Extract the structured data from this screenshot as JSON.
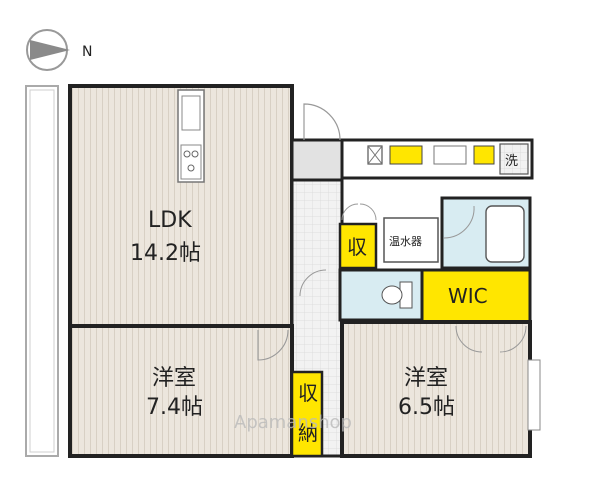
{
  "compass": {
    "direction_label": "N"
  },
  "rooms": {
    "ldk": {
      "name": "LDK",
      "size": "14.2帖"
    },
    "western_left": {
      "name": "洋室",
      "size": "7.4帖"
    },
    "western_right": {
      "name": "洋室",
      "size": "6.5帖"
    }
  },
  "fixtures": {
    "storage_kanji": "収",
    "storage_lower_kanji": "収",
    "storage_lower_kanji2": "納",
    "water_heater": "温水器",
    "wic": "WIC",
    "washer": "洗"
  },
  "watermark": "Apamanshop",
  "colors": {
    "wall": "#222222",
    "floor": "#ece6dd",
    "floor_lines": "#d9d2c8",
    "tile": "#f0f0f0",
    "wet": "#d8ecf2",
    "storage": "#ffe600",
    "compass": "#888888"
  }
}
